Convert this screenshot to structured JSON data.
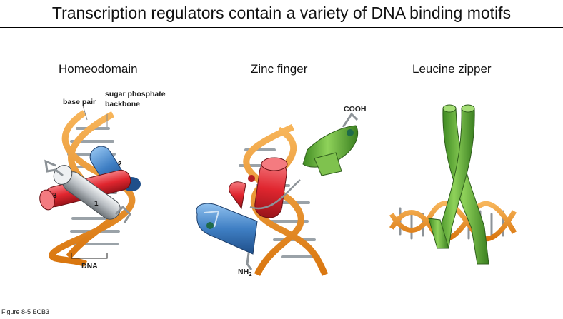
{
  "title": "Transcription regulators contain a variety of DNA binding motifs",
  "panels": {
    "homeodomain": {
      "title": "Homeodomain",
      "labels": {
        "base_pair": "base pair",
        "sugar_line1": "sugar phosphate",
        "sugar_line2": "backbone",
        "dna": "DNA",
        "helix1": "1",
        "helix2": "2",
        "helix3": "3"
      }
    },
    "zinc_finger": {
      "title": "Zinc finger",
      "labels": {
        "cooh": "COOH",
        "nh2": "NH",
        "nh2_sub": "2"
      }
    },
    "leucine_zipper": {
      "title": "Leucine zipper"
    }
  },
  "figure_label": "Figure 8-5  ECB3",
  "colors": {
    "dna_backbone": "#f0921e",
    "base_pairs": "#9aa2a8",
    "helix_blue": "#3f7fc4",
    "helix_red": "#e0262f",
    "helix_gray": "#b8bdc2",
    "helix_green": "#6ab23c",
    "zinc": "#1f6b4a"
  }
}
